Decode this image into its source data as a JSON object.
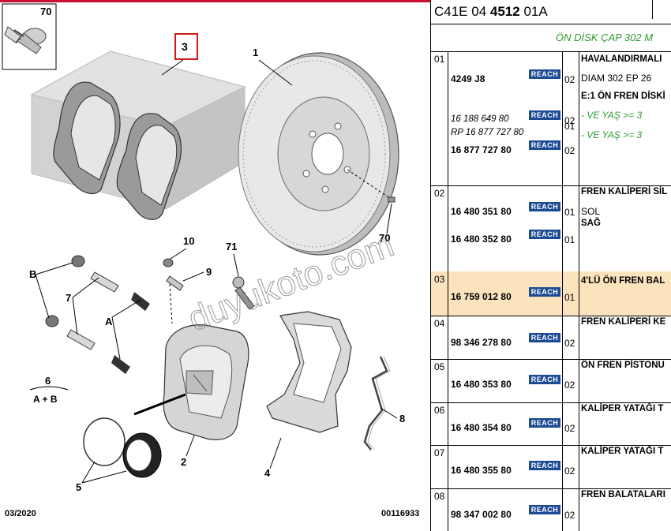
{
  "reference": {
    "prefix": "C41E 04 ",
    "bold": "4512",
    "suffix": " 01A"
  },
  "subtitle": "ÖN DİSK ÇAP 302 M",
  "reach_label": "REACH",
  "diagram": {
    "date": "03/2020",
    "ref": "00116933",
    "watermark": "duyukoto.com",
    "labels": {
      "l70a": "70",
      "l3": "3",
      "l1": "1",
      "l70b": "70",
      "l10": "10",
      "l9": "9",
      "l71": "71",
      "lB": "B",
      "l7": "7",
      "lA": "A",
      "l6": "6",
      "lAB": "A + B",
      "l2": "2",
      "l4": "4",
      "l5": "5",
      "l8": "8"
    }
  },
  "rows": [
    {
      "num": "01",
      "lines": [
        {
          "pn": "4249 J8",
          "reach": true,
          "qty": "02",
          "desc": "HAVALANDIRMALI",
          "desc2": "DIAM 302 EP 26"
        },
        {
          "pn": "16 188 649 80",
          "italic": true,
          "reach": true,
          "qty": "02",
          "desc": "E:1 ÖN FREN DİSKİ",
          "desc2": "- VE YAŞ >= 3"
        },
        {
          "pn": "RP 16 877 727 80",
          "italic": true,
          "qty": "01"
        },
        {
          "pn": "16 877 727 80",
          "reach": true,
          "qty": "02",
          "desc": "- VE YAŞ >= 3"
        }
      ]
    },
    {
      "num": "02",
      "lines": [
        {
          "pn": "16 480 351 80",
          "reach": true,
          "qty": "01",
          "desc": "FREN KALİPERİ SİL",
          "desc2": "SOL"
        },
        {
          "pn": "16 480 352 80",
          "reach": true,
          "qty": "01",
          "desc": "SAĞ"
        }
      ]
    },
    {
      "num": "03",
      "lines": [
        {
          "pn": "16 759 012 80",
          "reach": true,
          "qty": "01",
          "desc": "4'LÜ ÖN FREN BAL"
        }
      ]
    },
    {
      "num": "04",
      "lines": [
        {
          "pn": "98 346 278 80",
          "reach": true,
          "qty": "02",
          "desc": "FREN KALİPERİ KE"
        }
      ]
    },
    {
      "num": "05",
      "lines": [
        {
          "pn": "16 480 353 80",
          "reach": true,
          "qty": "02",
          "desc": "ÖN FREN PİSTONU"
        }
      ]
    },
    {
      "num": "06",
      "lines": [
        {
          "pn": "16 480 354 80",
          "reach": true,
          "qty": "02",
          "desc": "KALİPER YATAĞI T"
        }
      ]
    },
    {
      "num": "07",
      "lines": [
        {
          "pn": "16 480 355 80",
          "reach": true,
          "qty": "02",
          "desc": "KALİPER YATAĞI T"
        }
      ]
    },
    {
      "num": "08",
      "lines": [
        {
          "pn": "98 347 002 80",
          "reach": true,
          "qty": "02",
          "desc": "FREN BALATALARI"
        }
      ]
    }
  ]
}
